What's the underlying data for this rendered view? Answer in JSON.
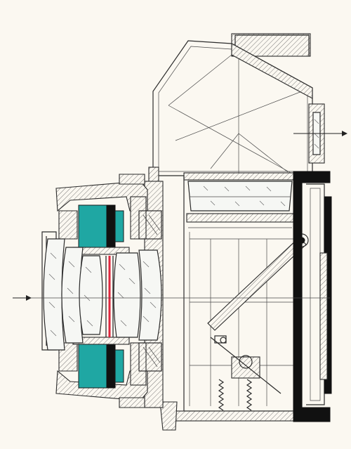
{
  "diagram": {
    "colors": {
      "background": "#fbf8f1",
      "line": "#2b2b2b",
      "shutter": "#1fa7a3",
      "diaphragm": "#e0263d",
      "solid": "#111111"
    },
    "parts": [
      "lens-barrel",
      "lens-elements",
      "leaf-shutter",
      "aperture-diaphragm",
      "camera-body",
      "reflex-mirror",
      "focusing-screen",
      "pentaprism-viewfinder",
      "eyepiece",
      "film-back",
      "mirror-springs",
      "optical-axis-arrow",
      "viewfinder-exit-arrow"
    ]
  }
}
